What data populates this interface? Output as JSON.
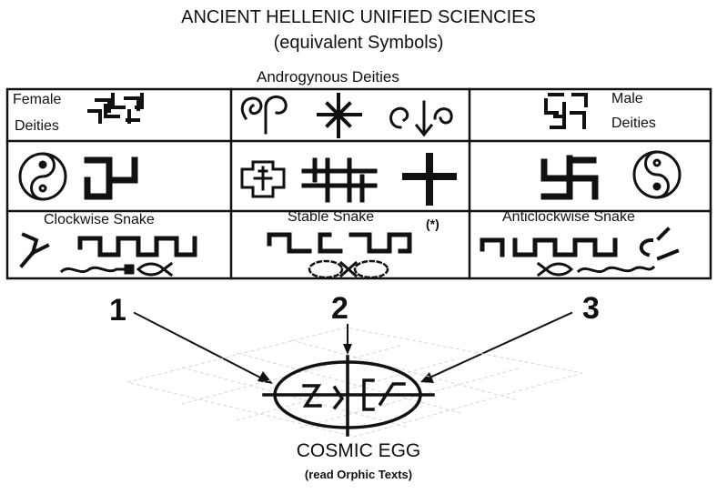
{
  "title": "ANCIENT HELLENIC UNIFIED SCIENCIES",
  "subtitle": "(equivalent Symbols)",
  "column_header": "Androgynous Deities",
  "cells": {
    "female_line1": "Female",
    "female_line2": "Deities",
    "male_line1": "Male",
    "male_line2": "Deities",
    "clockwise": "Clockwise Snake",
    "stable": "Stable Snake",
    "stable_mark": "(*)",
    "anticlockwise": "Anticlockwise Snake"
  },
  "numbers": [
    "1",
    "2",
    "3"
  ],
  "egg": {
    "label": "COSMIC EGG",
    "sublabel": "(read Orphic Texts)"
  }
}
